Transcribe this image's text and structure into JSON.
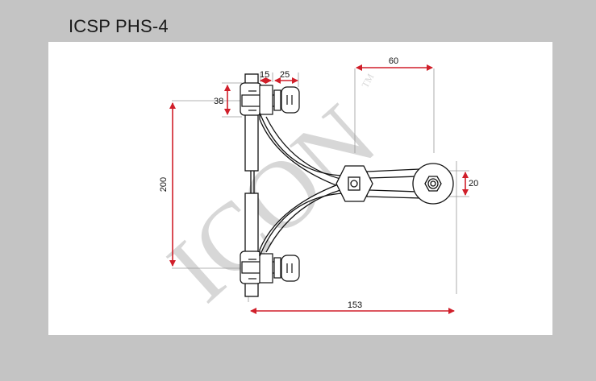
{
  "title": "ICSP PHS-4",
  "watermark": {
    "brand": "ICON",
    "tm": "TM"
  },
  "dimensions": {
    "plate_thickness": "15",
    "bolt_length": "25",
    "pad_height": "38",
    "arm_offset": "60",
    "hub_diameter": "20",
    "vertical_span": "200",
    "overall_length": "153"
  },
  "colors": {
    "background": "#c4c4c4",
    "panel": "#ffffff",
    "dimension_line": "#d01f2a",
    "drawing_line": "#111111"
  }
}
